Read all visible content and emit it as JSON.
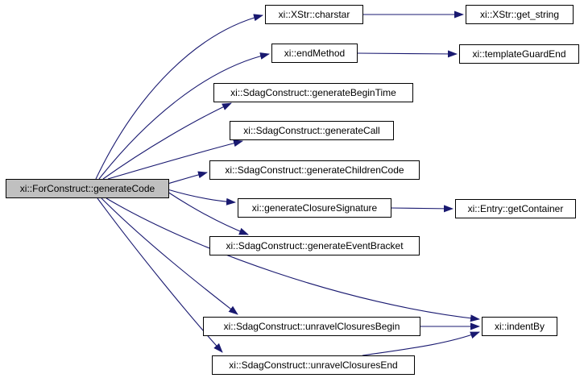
{
  "diagram": {
    "kind": "doxygen-call-graph",
    "colors": {
      "edge": "#191970",
      "node_border": "#000000",
      "node_fill": "#ffffff",
      "highlight_fill": "#c0c0c0",
      "text": "#000000",
      "background": "#ffffff"
    },
    "nodes": [
      {
        "id": "generateCode",
        "label": "xi::ForConstruct::generateCode",
        "highlighted": true
      },
      {
        "id": "charstar",
        "label": "xi::XStr::charstar",
        "highlighted": false
      },
      {
        "id": "getString",
        "label": "xi::XStr::get_string",
        "highlighted": false
      },
      {
        "id": "endMethod",
        "label": "xi::endMethod",
        "highlighted": false
      },
      {
        "id": "templateGuardEnd",
        "label": "xi::templateGuardEnd",
        "highlighted": false
      },
      {
        "id": "generateBeginTime",
        "label": "xi::SdagConstruct::generateBeginTime",
        "highlighted": false
      },
      {
        "id": "generateCall",
        "label": "xi::SdagConstruct::generateCall",
        "highlighted": false
      },
      {
        "id": "generateChildrenCode",
        "label": "xi::SdagConstruct::generateChildrenCode",
        "highlighted": false
      },
      {
        "id": "generateClosureSignature",
        "label": "xi::generateClosureSignature",
        "highlighted": false
      },
      {
        "id": "getContainer",
        "label": "xi::Entry::getContainer",
        "highlighted": false
      },
      {
        "id": "generateEventBracket",
        "label": "xi::SdagConstruct::generateEventBracket",
        "highlighted": false
      },
      {
        "id": "unravelClosuresBegin",
        "label": "xi::SdagConstruct::unravelClosuresBegin",
        "highlighted": false
      },
      {
        "id": "indentBy",
        "label": "xi::indentBy",
        "highlighted": false
      },
      {
        "id": "unravelClosuresEnd",
        "label": "xi::SdagConstruct::unravelClosuresEnd",
        "highlighted": false
      }
    ],
    "edges": [
      {
        "from": "generateCode",
        "to": "charstar"
      },
      {
        "from": "generateCode",
        "to": "endMethod"
      },
      {
        "from": "generateCode",
        "to": "generateBeginTime"
      },
      {
        "from": "generateCode",
        "to": "generateCall"
      },
      {
        "from": "generateCode",
        "to": "generateChildrenCode"
      },
      {
        "from": "generateCode",
        "to": "generateClosureSignature"
      },
      {
        "from": "generateCode",
        "to": "generateEventBracket"
      },
      {
        "from": "generateCode",
        "to": "indentBy"
      },
      {
        "from": "generateCode",
        "to": "unravelClosuresBegin"
      },
      {
        "from": "generateCode",
        "to": "unravelClosuresEnd"
      },
      {
        "from": "charstar",
        "to": "getString"
      },
      {
        "from": "endMethod",
        "to": "templateGuardEnd"
      },
      {
        "from": "generateClosureSignature",
        "to": "getContainer"
      },
      {
        "from": "unravelClosuresBegin",
        "to": "indentBy"
      },
      {
        "from": "unravelClosuresEnd",
        "to": "indentBy"
      }
    ]
  }
}
